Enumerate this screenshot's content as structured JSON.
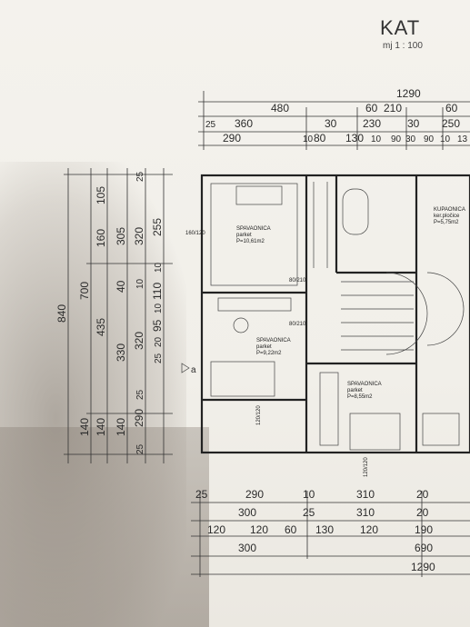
{
  "title": "KAT",
  "scale": "mj 1 : 100",
  "top_dims": {
    "total": "1290",
    "row2": [
      "480",
      "60",
      "210",
      "60"
    ],
    "row3": [
      "360",
      "30",
      "230",
      "30",
      "250"
    ],
    "row4": [
      "25",
      "290",
      "10",
      "80",
      "130",
      "10",
      "90",
      "30",
      "90",
      "10",
      "13"
    ]
  },
  "left_dims": {
    "total": "840",
    "col2": [
      "700",
      "140"
    ],
    "col3": [
      "105",
      "160",
      "435",
      "140"
    ],
    "col4": [
      "305",
      "40",
      "330",
      "140"
    ],
    "col5": [
      "25",
      "320",
      "10",
      "320",
      "25",
      "290",
      "25"
    ],
    "col6": [
      "255",
      "10",
      "110",
      "10",
      "95",
      "20",
      "25"
    ]
  },
  "bottom_dims": {
    "row1": [
      "25",
      "290",
      "10",
      "310",
      "20"
    ],
    "row2": [
      "300",
      "25",
      "310",
      "20"
    ],
    "row3": [
      "120",
      "120",
      "60",
      "130",
      "120",
      "190"
    ],
    "row4": [
      "300",
      "690"
    ],
    "total": "1290"
  },
  "rooms": [
    {
      "name": "SPAVAONICA",
      "floor": "parket",
      "area": "P=10,61m2"
    },
    {
      "name": "SPAVAONICA",
      "floor": "parket",
      "area": "P=9,22m2"
    },
    {
      "name": "SPAVAONICA",
      "floor": "parket",
      "area": "P=8,55m2"
    },
    {
      "name": "KUPAONICA",
      "floor": "ker.pločice",
      "area": "P=5,75m2"
    }
  ],
  "openings": [
    "160/120",
    "80/210",
    "80/210",
    "120/120",
    "120/120"
  ],
  "section_marker": "a"
}
